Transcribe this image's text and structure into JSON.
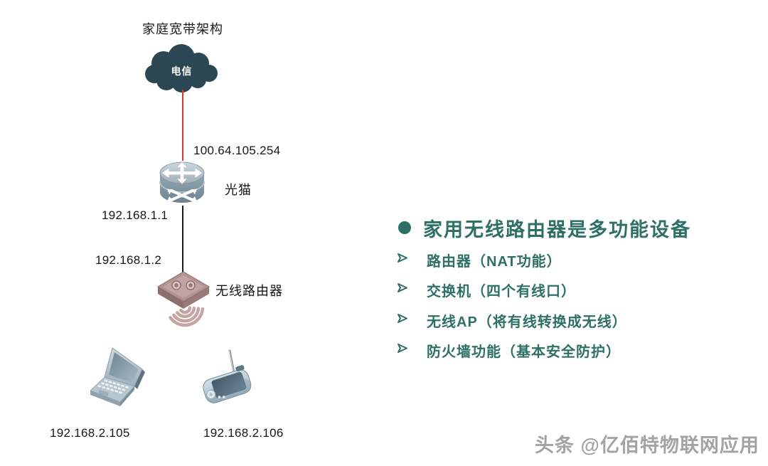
{
  "colors": {
    "accent": "#2e7065",
    "cloud": "#2b4754",
    "link_red": "#e5342a",
    "link_black": "#1a1a1a",
    "watermark": "#a3a3a3"
  },
  "diagram": {
    "title": "家庭宽带架构",
    "cloud": {
      "label": "电信"
    },
    "wan_ip": "100.64.105.254",
    "modem": {
      "label": "光猫",
      "lan_ip": "192.168.1.1"
    },
    "router": {
      "label": "无线路由器",
      "wan_ip": "192.168.1.2"
    },
    "laptop": {
      "ip": "192.168.2.105"
    },
    "pda": {
      "ip": "192.168.2.106"
    }
  },
  "notes": {
    "heading": "家用无线路由器是多功能设备",
    "items": [
      "路由器（NAT功能）",
      "交换机（四个有线口）",
      "无线AP（将有线转换成无线）",
      "防火墙功能（基本安全防护）"
    ]
  },
  "watermark": "头条 @亿佰特物联网应用"
}
